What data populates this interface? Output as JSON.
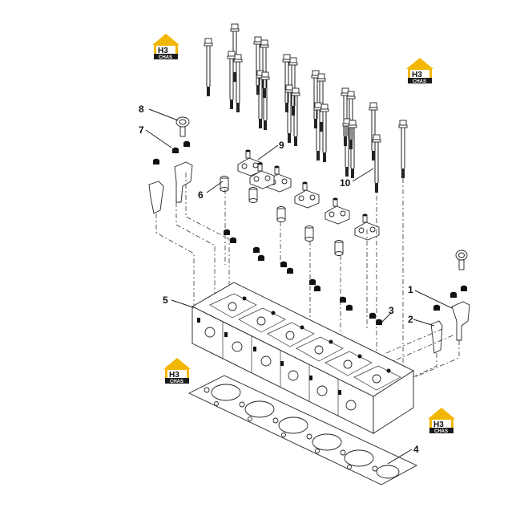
{
  "callouts": {
    "c1": "1",
    "c2": "2",
    "c3": "3",
    "c4": "4",
    "c5": "5",
    "c6": "6",
    "c7": "7",
    "c8": "8",
    "c9": "9",
    "c10": "10"
  },
  "logo": {
    "mark": "H3",
    "caption": "CHAS",
    "color_yellow": "#f2b705",
    "color_dark": "#1a1a1a"
  }
}
